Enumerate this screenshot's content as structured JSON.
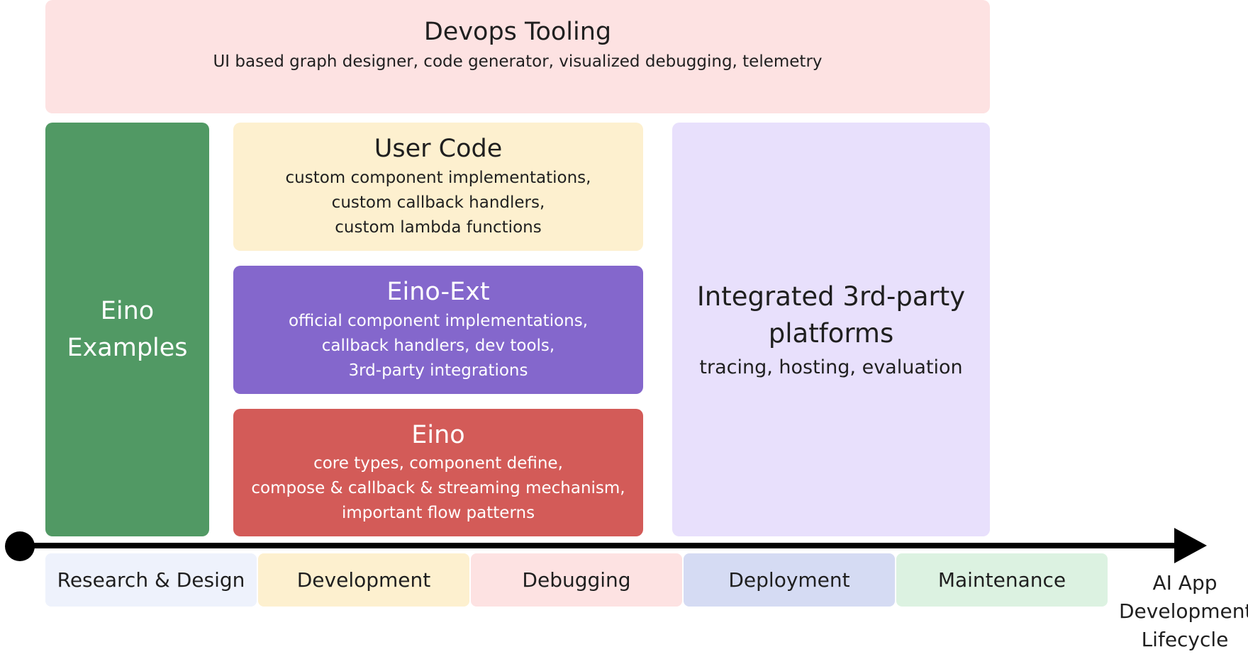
{
  "devops": {
    "title": "Devops Tooling",
    "subtitle": "UI based graph designer, code generator, visualized debugging, telemetry"
  },
  "examples": {
    "title": "Eino\nExamples"
  },
  "user_code": {
    "title": "User Code",
    "subtitle": "custom component implementations,\ncustom callback handlers,\ncustom lambda functions"
  },
  "eino_ext": {
    "title": "Eino-Ext",
    "subtitle": "official component implementations,\ncallback handlers, dev tools,\n3rd-party integrations"
  },
  "eino": {
    "title": "Eino",
    "subtitle": "core types, component define,\ncompose & callback & streaming mechanism,\nimportant flow patterns"
  },
  "third_party": {
    "title": "Integrated 3rd-party\nplatforms",
    "subtitle": "tracing, hosting, evaluation"
  },
  "lifecycle": {
    "stages": [
      "Research & Design",
      "Development",
      "Debugging",
      "Deployment",
      "Maintenance"
    ],
    "axis_label": "AI App\nDevelopment\nLifecycle"
  },
  "colors": {
    "devops": "#fde2e2",
    "examples": "#519964",
    "user_code": "#fdf0cf",
    "eino_ext": "#8467cc",
    "eino": "#d35b58",
    "third_party": "#e8e0fc",
    "stage_research": "#eef2fc",
    "stage_development": "#fdf0cf",
    "stage_debugging": "#fde2e2",
    "stage_deployment": "#d5dbf3",
    "stage_maintenance": "#dcf2e1"
  }
}
